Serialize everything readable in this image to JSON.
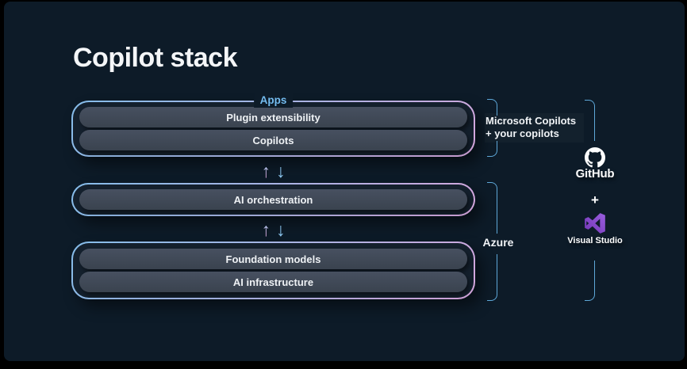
{
  "slide": {
    "title": "Copilot stack"
  },
  "stack": {
    "apps": {
      "legend": "Apps",
      "items": [
        "Plugin extensibility",
        "Copilots"
      ]
    },
    "orchestration": {
      "items": [
        "AI orchestration"
      ]
    },
    "infrastructure": {
      "items": [
        "Foundation models",
        "AI infrastructure"
      ]
    }
  },
  "icons": {
    "up_arrow": "↑",
    "down_arrow": "↓"
  },
  "annotations": {
    "microsoft_copilots": {
      "line1": "Microsoft Copilots",
      "line2": "+ your copilots"
    },
    "azure": "Azure"
  },
  "partners": {
    "github": "GitHub",
    "plus": "+",
    "visual_studio": "Visual Studio"
  },
  "colors": {
    "background": "#0d1b28",
    "border_gradient_start": "#85bdea",
    "border_gradient_end": "#d6a6dd",
    "pill_fill": "#3a434f",
    "apps_label": "#74bcf0",
    "bracket": "#5ea8d8",
    "arrow_up_pink": "#d7a8da",
    "arrow_down_blue": "#8cc7ef",
    "visual_studio_purple": "#8a4fd0"
  }
}
